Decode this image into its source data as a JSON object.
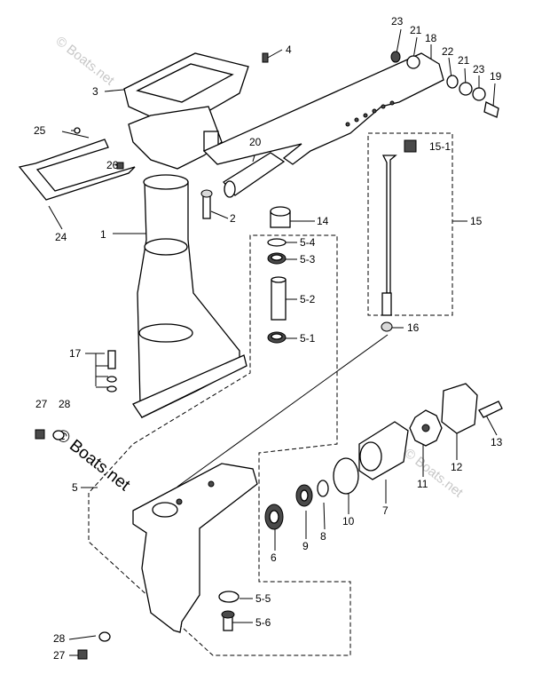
{
  "watermark": {
    "top": "© Boats.net",
    "middle": "© Boats.net",
    "right": "© Boats.net"
  },
  "callouts": [
    {
      "id": "c1",
      "text": "1"
    },
    {
      "id": "c2",
      "text": "2"
    },
    {
      "id": "c3",
      "text": "3"
    },
    {
      "id": "c4",
      "text": "4"
    },
    {
      "id": "c5",
      "text": "5"
    },
    {
      "id": "c5_1",
      "text": "5-1"
    },
    {
      "id": "c5_2",
      "text": "5-2"
    },
    {
      "id": "c5_3",
      "text": "5-3"
    },
    {
      "id": "c5_4",
      "text": "5-4"
    },
    {
      "id": "c5_5",
      "text": "5-5"
    },
    {
      "id": "c5_6",
      "text": "5-6"
    },
    {
      "id": "c6",
      "text": "6"
    },
    {
      "id": "c7",
      "text": "7"
    },
    {
      "id": "c8",
      "text": "8"
    },
    {
      "id": "c9",
      "text": "9"
    },
    {
      "id": "c10",
      "text": "10"
    },
    {
      "id": "c11",
      "text": "11"
    },
    {
      "id": "c12",
      "text": "12"
    },
    {
      "id": "c13",
      "text": "13"
    },
    {
      "id": "c14",
      "text": "14"
    },
    {
      "id": "c15",
      "text": "15"
    },
    {
      "id": "c15_1",
      "text": "15-1"
    },
    {
      "id": "c16",
      "text": "16"
    },
    {
      "id": "c17",
      "text": "17"
    },
    {
      "id": "c18",
      "text": "18"
    },
    {
      "id": "c19",
      "text": "19"
    },
    {
      "id": "c20",
      "text": "20"
    },
    {
      "id": "c21a",
      "text": "21"
    },
    {
      "id": "c21b",
      "text": "21"
    },
    {
      "id": "c22",
      "text": "22"
    },
    {
      "id": "c23a",
      "text": "23"
    },
    {
      "id": "c23b",
      "text": "23"
    },
    {
      "id": "c24",
      "text": "24"
    },
    {
      "id": "c25",
      "text": "25"
    },
    {
      "id": "c26",
      "text": "26"
    },
    {
      "id": "c27a",
      "text": "27"
    },
    {
      "id": "c27b",
      "text": "27"
    },
    {
      "id": "c28a",
      "text": "28"
    },
    {
      "id": "c28b",
      "text": "28"
    }
  ]
}
